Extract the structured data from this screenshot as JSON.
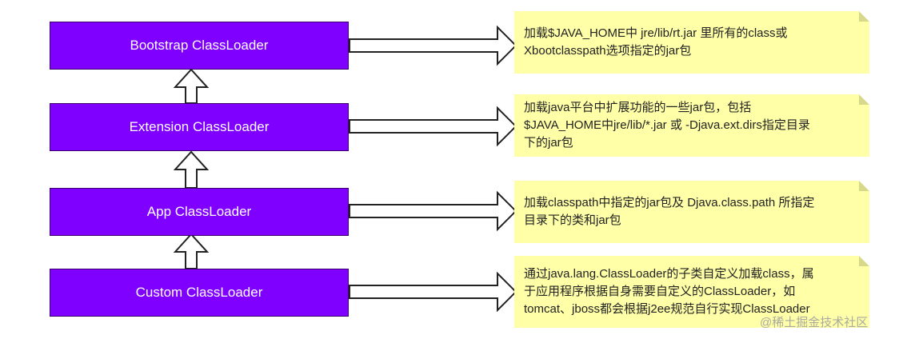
{
  "loaders": [
    {
      "label": "Bootstrap ClassLoader",
      "note": "加载$JAVA_HOME中 jre/lib/rt.jar 里所有的class或\nXbootclasspath选项指定的jar包"
    },
    {
      "label": "Extension ClassLoader",
      "note": "加载java平台中扩展功能的一些jar包，包括\n$JAVA_HOME中jre/lib/*.jar 或 -Djava.ext.dirs指定目录\n下的jar包"
    },
    {
      "label": "App ClassLoader",
      "note": "加载classpath中指定的jar包及 Djava.class.path 所指定\n目录下的类和jar包"
    },
    {
      "label": "Custom ClassLoader",
      "note": "通过java.lang.ClassLoader的子类自定义加载class，属\n于应用程序根据自身需要自定义的ClassLoader，如\ntomcat、jboss都会根据j2ee规范自行实现ClassLoader"
    }
  ],
  "watermark": "@稀土掘金技术社区",
  "colors": {
    "box_fill": "#7f00ff",
    "box_text": "#ffffff",
    "note_fill": "#ffffa8",
    "arrow_stroke": "#222222",
    "arrow_fill": "#ffffff"
  }
}
